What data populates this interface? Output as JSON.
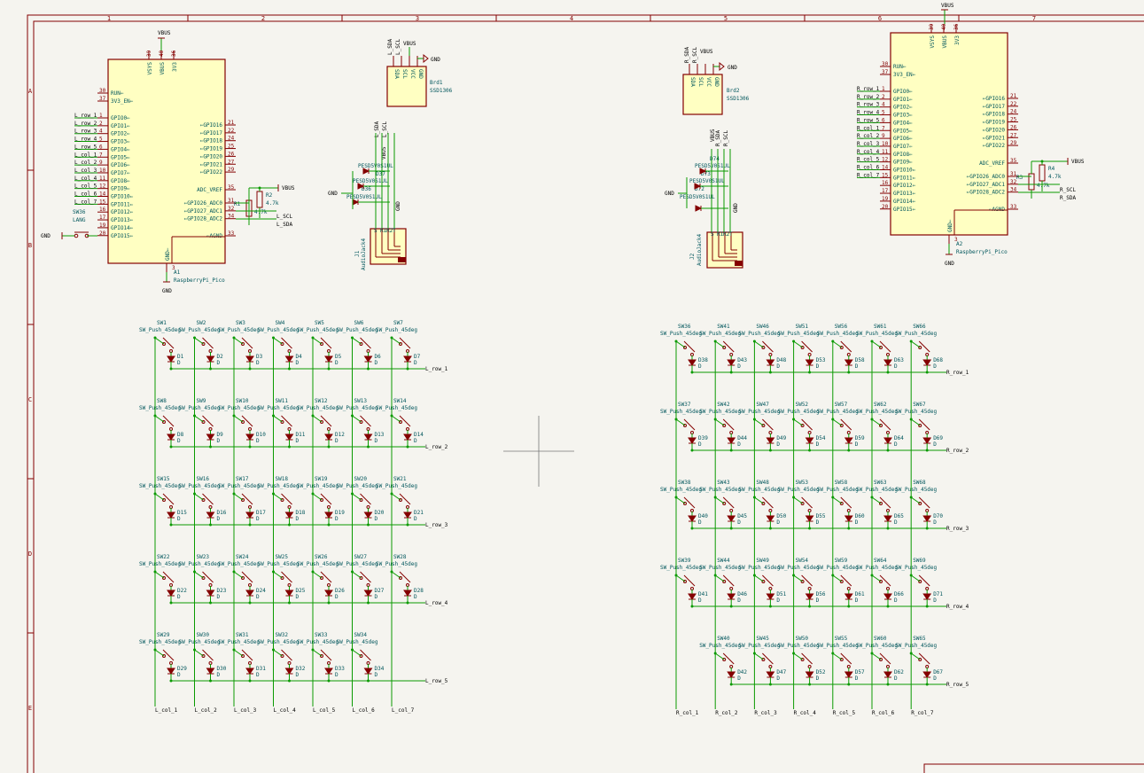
{
  "frame": {
    "columns": [
      "1",
      "2",
      "3",
      "4",
      "5",
      "6",
      "7"
    ],
    "rows": [
      "A",
      "B",
      "C",
      "D",
      "E"
    ]
  },
  "left_pico": {
    "ref": "A1",
    "value": "RaspberryPi_Pico",
    "top_pins": [
      {
        "num": "39",
        "name": "VSYS"
      },
      {
        "num": "40",
        "name": "VBUS"
      },
      {
        "num": "36",
        "name": "3V3"
      }
    ],
    "left_pins": [
      {
        "num": "30",
        "name": "RUN",
        "net": ""
      },
      {
        "num": "37",
        "name": "3V3_EN",
        "net": ""
      },
      {
        "num": "1",
        "name": "GPIO0",
        "net": "L_row_1"
      },
      {
        "num": "2",
        "name": "GPIO1",
        "net": "L_row_2"
      },
      {
        "num": "4",
        "name": "GPIO2",
        "net": "L_row_3"
      },
      {
        "num": "5",
        "name": "GPIO3",
        "net": "L_row_4"
      },
      {
        "num": "6",
        "name": "GPIO4",
        "net": "L_row_5"
      },
      {
        "num": "7",
        "name": "GPIO5",
        "net": "L_col_1"
      },
      {
        "num": "9",
        "name": "GPIO6",
        "net": "L_col_2"
      },
      {
        "num": "10",
        "name": "GPIO7",
        "net": "L_col_3"
      },
      {
        "num": "11",
        "name": "GPIO8",
        "net": "L_col_4"
      },
      {
        "num": "12",
        "name": "GPIO9",
        "net": "L_col_5"
      },
      {
        "num": "14",
        "name": "GPIO10",
        "net": "L_col_6"
      },
      {
        "num": "15",
        "name": "GPIO11",
        "net": "L_col_7"
      },
      {
        "num": "16",
        "name": "GPIO12",
        "net": ""
      },
      {
        "num": "17",
        "name": "GPIO13",
        "net": ""
      },
      {
        "num": "19",
        "name": "GPIO14",
        "net": ""
      },
      {
        "num": "20",
        "name": "GPIO15",
        "net": ""
      }
    ],
    "right_pins": [
      {
        "num": "21",
        "name": "GPIO16"
      },
      {
        "num": "22",
        "name": "GPIO17"
      },
      {
        "num": "24",
        "name": "GPIO18"
      },
      {
        "num": "25",
        "name": "GPIO19"
      },
      {
        "num": "26",
        "name": "GPIO20"
      },
      {
        "num": "27",
        "name": "GPIO21"
      },
      {
        "num": "29",
        "name": "GPIO22"
      }
    ],
    "adc_vref": {
      "num": "35",
      "name": "ADC_VREF"
    },
    "adc_pins": [
      {
        "num": "31",
        "name": "GPIO26_ADC0"
      },
      {
        "num": "32",
        "name": "GPIO27_ADC1"
      },
      {
        "num": "34",
        "name": "GPIO28_ADC2"
      }
    ],
    "agnd": {
      "num": "33",
      "name": "AGND"
    },
    "gnd": {
      "num": "3",
      "name": "GND"
    },
    "switch": {
      "ref": "SW36",
      "value": "LANG"
    },
    "gnd_label": "GND",
    "vbus_label": "VBUS"
  },
  "right_pico": {
    "ref": "A2",
    "value": "RaspberryPi_Pico",
    "top_pins": [
      {
        "num": "39",
        "name": "VSYS"
      },
      {
        "num": "40",
        "name": "VBUS"
      },
      {
        "num": "36",
        "name": "3V3"
      }
    ],
    "left_pins": [
      {
        "num": "30",
        "name": "RUN",
        "net": ""
      },
      {
        "num": "37",
        "name": "3V3_EN",
        "net": ""
      },
      {
        "num": "1",
        "name": "GPIO0",
        "net": "R_row_1"
      },
      {
        "num": "2",
        "name": "GPIO1",
        "net": "R_row_2"
      },
      {
        "num": "4",
        "name": "GPIO2",
        "net": "R_row_3"
      },
      {
        "num": "5",
        "name": "GPIO3",
        "net": "R_row_4"
      },
      {
        "num": "6",
        "name": "GPIO4",
        "net": "R_row_5"
      },
      {
        "num": "7",
        "name": "GPIO5",
        "net": "R_col_1"
      },
      {
        "num": "9",
        "name": "GPIO6",
        "net": "R_col_2"
      },
      {
        "num": "10",
        "name": "GPIO7",
        "net": "R_col_3"
      },
      {
        "num": "11",
        "name": "GPIO8",
        "net": "R_col_4"
      },
      {
        "num": "12",
        "name": "GPIO9",
        "net": "R_col_5"
      },
      {
        "num": "14",
        "name": "GPIO10",
        "net": "R_col_6"
      },
      {
        "num": "15",
        "name": "GPIO11",
        "net": "R_col_7"
      },
      {
        "num": "16",
        "name": "GPIO12",
        "net": ""
      },
      {
        "num": "17",
        "name": "GPIO13",
        "net": ""
      },
      {
        "num": "19",
        "name": "GPIO14",
        "net": ""
      },
      {
        "num": "20",
        "name": "GPIO15",
        "net": ""
      }
    ],
    "right_pins": [
      {
        "num": "21",
        "name": "GPIO16"
      },
      {
        "num": "22",
        "name": "GPIO17"
      },
      {
        "num": "24",
        "name": "GPIO18"
      },
      {
        "num": "25",
        "name": "GPIO19"
      },
      {
        "num": "26",
        "name": "GPIO20"
      },
      {
        "num": "27",
        "name": "GPIO21"
      },
      {
        "num": "29",
        "name": "GPIO22"
      }
    ],
    "adc_vref": {
      "num": "35",
      "name": "ADC_VREF"
    },
    "adc_pins": [
      {
        "num": "31",
        "name": "GPIO26_ADC0"
      },
      {
        "num": "32",
        "name": "GPIO27_ADC1"
      },
      {
        "num": "34",
        "name": "GPIO28_ADC2"
      }
    ],
    "agnd": {
      "num": "33",
      "name": "AGND"
    },
    "gnd": {
      "num": "3",
      "name": "GND"
    },
    "gnd_label": "GND",
    "vbus_label": "VBUS"
  },
  "left_pullups": {
    "r1": {
      "ref": "R1",
      "value": "4.7k"
    },
    "r2": {
      "ref": "R2",
      "value": "4.7k"
    },
    "vbus": "VBUS",
    "scl": "L_SCL",
    "sda": "L_SDA"
  },
  "right_pullups": {
    "r3": {
      "ref": "R3",
      "value": "4.7k"
    },
    "r4": {
      "ref": "R4",
      "value": "4.7k"
    },
    "vbus": "VBUS",
    "scl": "R_SCL",
    "sda": "R_SDA"
  },
  "left_oled": {
    "ref": "Brd1",
    "value": "SSD1306",
    "pins": [
      "SDA",
      "SCL",
      "VCC",
      "GND"
    ],
    "nets": [
      "L_SDA",
      "L_SCL"
    ],
    "vbus": "VBUS",
    "gnd": "GND"
  },
  "right_oled": {
    "ref": "Brd2",
    "value": "SSD1306",
    "pins": [
      "SDA",
      "SCL",
      "VCC",
      "GND"
    ],
    "nets": [
      "R_SDA",
      "R_SCL"
    ],
    "vbus": "VBUS",
    "gnd": "GND"
  },
  "left_jack": {
    "ref": "J1",
    "value": "AudioJack4",
    "tvs": [
      {
        "ref": "D37",
        "value": "PESD5V0S1UL"
      },
      {
        "ref": "D36",
        "value": "PESD5V0S1UL"
      },
      {
        "ref": "D35",
        "value": "PESD5V0S1UL"
      }
    ],
    "nets": [
      "L_SDA",
      "L_SCL",
      "VBUS",
      "GND"
    ],
    "gnd": "GND",
    "pins": [
      "S",
      "R1",
      "R2",
      "T"
    ]
  },
  "right_jack": {
    "ref": "J2",
    "value": "AudioJack4",
    "tvs": [
      {
        "ref": "D74",
        "value": "PESD5V0S1UL"
      },
      {
        "ref": "D73",
        "value": "PESD5V0S1UL"
      },
      {
        "ref": "D72",
        "value": "PESD5V0S1UL"
      }
    ],
    "nets": [
      "VBUS",
      "R_SDA",
      "R_SCL",
      "GND"
    ],
    "gnd": "GND",
    "pins": [
      "S",
      "R1",
      "R2",
      "T"
    ]
  },
  "left_matrix": {
    "switch_value": "SW_Push_45deg",
    "diode_value": "D",
    "rows": [
      {
        "net": "L_row_1",
        "switches": [
          "SW1",
          "SW2",
          "SW3",
          "SW4",
          "SW5",
          "SW6",
          "SW7"
        ],
        "diodes": [
          "D1",
          "D2",
          "D3",
          "D4",
          "D5",
          "D6",
          "D7"
        ]
      },
      {
        "net": "L_row_2",
        "switches": [
          "SW8",
          "SW9",
          "SW10",
          "SW11",
          "SW12",
          "SW13",
          "SW14"
        ],
        "diodes": [
          "D8",
          "D9",
          "D10",
          "D11",
          "D12",
          "D13",
          "D14"
        ]
      },
      {
        "net": "L_row_3",
        "switches": [
          "SW15",
          "SW16",
          "SW17",
          "SW18",
          "SW19",
          "SW20",
          "SW21"
        ],
        "diodes": [
          "D15",
          "D16",
          "D17",
          "D18",
          "D19",
          "D20",
          "D21"
        ]
      },
      {
        "net": "L_row_4",
        "switches": [
          "SW22",
          "SW23",
          "SW24",
          "SW25",
          "SW26",
          "SW27",
          "SW28"
        ],
        "diodes": [
          "D22",
          "D23",
          "D24",
          "D25",
          "D26",
          "D27",
          "D28"
        ]
      },
      {
        "net": "L_row_5",
        "switches": [
          "SW29",
          "SW30",
          "SW31",
          "SW32",
          "SW33",
          "SW34",
          ""
        ],
        "diodes": [
          "D29",
          "D30",
          "D31",
          "D32",
          "D33",
          "D34",
          ""
        ]
      }
    ],
    "cols": [
      "L_col_1",
      "L_col_2",
      "L_col_3",
      "L_col_4",
      "L_col_5",
      "L_col_6",
      "L_col_7"
    ]
  },
  "right_matrix": {
    "switch_value": "SW_Push_45deg",
    "diode_value": "D",
    "rows": [
      {
        "net": "R_row_1",
        "switches": [
          "SW36",
          "SW41",
          "SW46",
          "SW51",
          "SW56",
          "SW61",
          "SW66"
        ],
        "diodes": [
          "D38",
          "D43",
          "D48",
          "D53",
          "D58",
          "D63",
          "D68"
        ]
      },
      {
        "net": "R_row_2",
        "switches": [
          "SW37",
          "SW42",
          "SW47",
          "SW52",
          "SW57",
          "SW62",
          "SW67"
        ],
        "diodes": [
          "D39",
          "D44",
          "D49",
          "D54",
          "D59",
          "D64",
          "D69"
        ]
      },
      {
        "net": "R_row_3",
        "switches": [
          "SW38",
          "SW43",
          "SW48",
          "SW53",
          "SW58",
          "SW63",
          "SW68"
        ],
        "diodes": [
          "D40",
          "D45",
          "D50",
          "D55",
          "D60",
          "D65",
          "D70"
        ]
      },
      {
        "net": "R_row_4",
        "switches": [
          "SW39",
          "SW44",
          "SW49",
          "SW54",
          "SW59",
          "SW64",
          "SW69"
        ],
        "diodes": [
          "D41",
          "D46",
          "D51",
          "D56",
          "D61",
          "D66",
          "D71"
        ]
      },
      {
        "net": "R_row_5",
        "switches": [
          "",
          "SW40",
          "SW45",
          "SW50",
          "SW55",
          "SW60",
          "SW65"
        ],
        "diodes": [
          "",
          "D42",
          "D47",
          "D52",
          "D57",
          "D62",
          "D67"
        ]
      }
    ],
    "cols": [
      "R_col_1",
      "R_col_2",
      "R_col_3",
      "R_col_4",
      "R_col_5",
      "R_col_6",
      "R_col_7"
    ]
  }
}
